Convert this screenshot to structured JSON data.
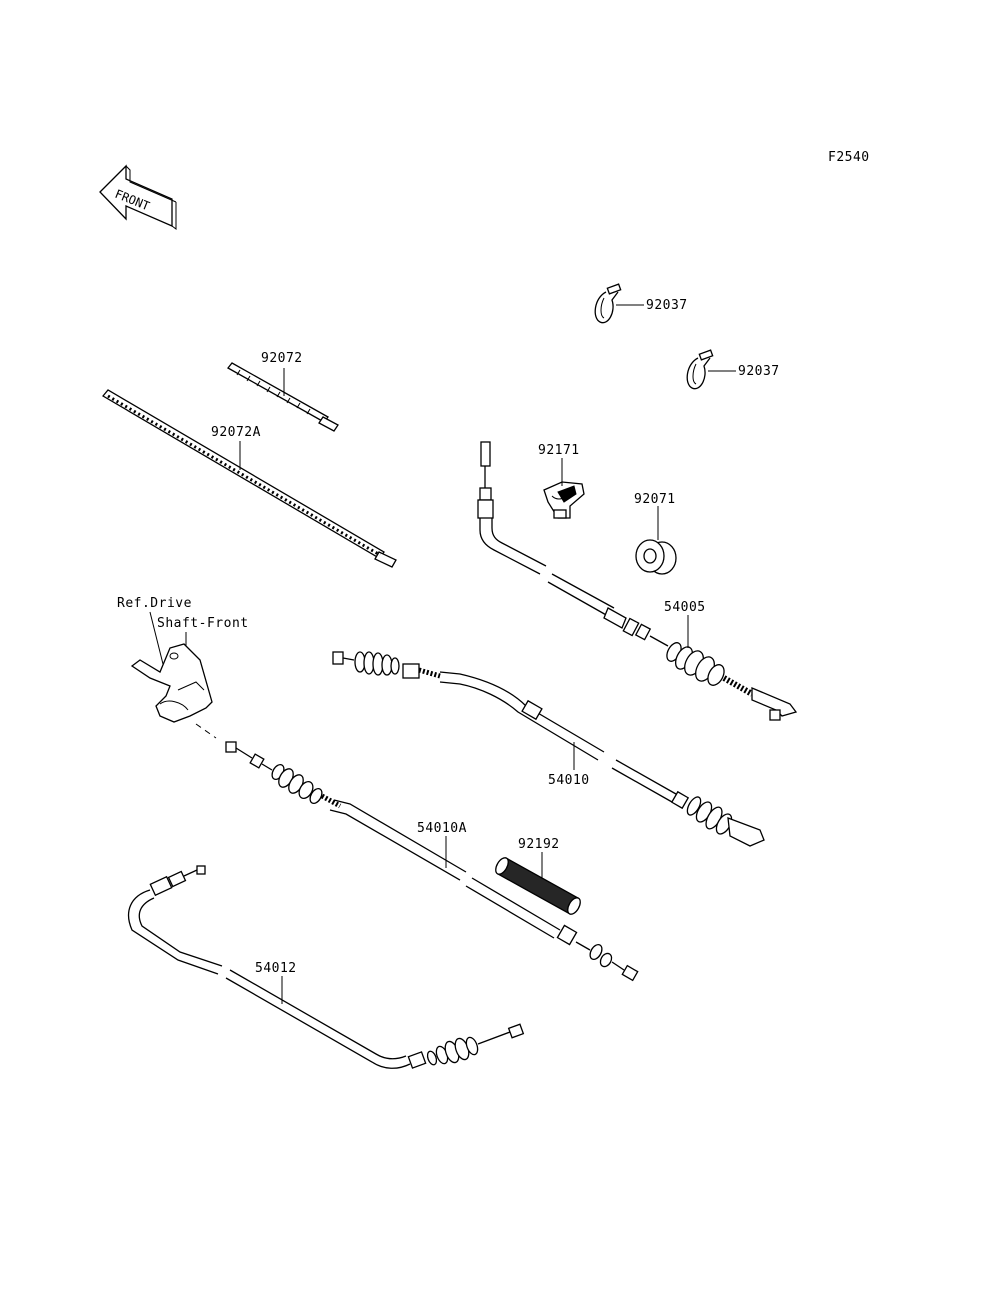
{
  "diagram": {
    "code": "F2540",
    "front_arrow_text": "FRONT",
    "reference_label_line1": "Ref.Drive",
    "reference_label_line2": "Shaft-Front",
    "parts": {
      "clamp_upper": "92037",
      "clamp_lower": "92037",
      "band_short": "92072",
      "band_long": "92072A",
      "holder": "92171",
      "grommet": "92071",
      "cable_brake_upper": "54005",
      "cable_brake_middle": "54010",
      "cable_brake_lower": "54010A",
      "protector_tube": "92192",
      "cable_parking": "54012"
    }
  }
}
